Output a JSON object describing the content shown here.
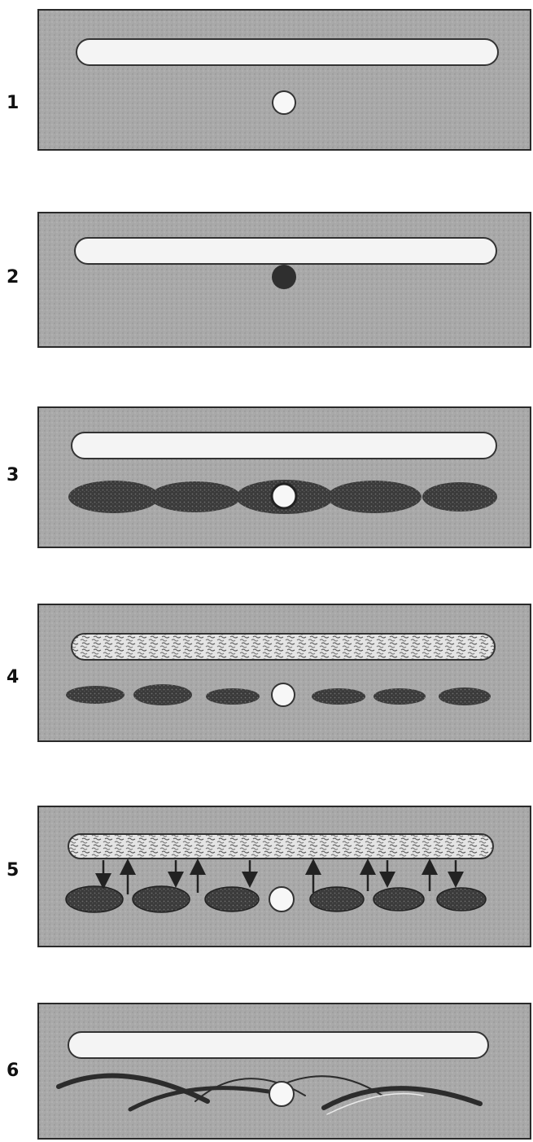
{
  "colors": {
    "panel": "#a8a8a8",
    "panel_border": "#2a2a2a",
    "tube": "#f2f2f2",
    "spot_light": "#f4f4f4",
    "spot_dark": "#2f2f2f",
    "band_dark": "#383838",
    "speckle": "#d8d8d8"
  },
  "steps": [
    {
      "label": "1"
    },
    {
      "label": "2"
    },
    {
      "label": "3"
    },
    {
      "label": "4"
    },
    {
      "label": "5"
    },
    {
      "label": "6"
    }
  ]
}
